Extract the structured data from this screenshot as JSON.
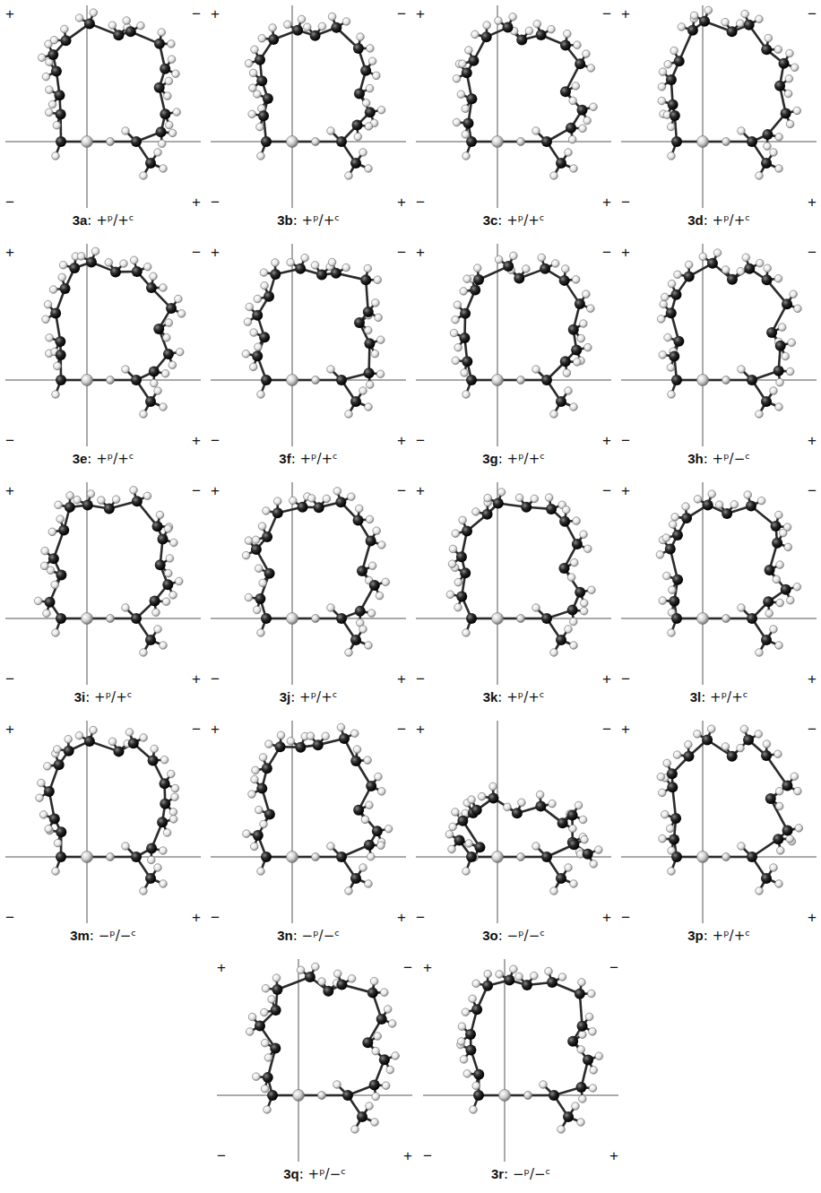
{
  "diagram": {
    "labels": [
      "+",
      "−",
      "−",
      "+",
      "3a",
      ": +ᵖ/+ᶜ",
      "+",
      "−",
      "−",
      "+",
      "3b",
      ": +ᵖ/+ᶜ",
      "+",
      "−",
      "−",
      "+",
      "3c",
      ": +ᵖ/+ᶜ",
      "+",
      "−",
      "−",
      "+",
      "3d",
      ": +ᵖ/+ᶜ",
      "+",
      "−",
      "−",
      "+",
      "3e",
      ": +ᵖ/+ᶜ",
      "+",
      "−",
      "−",
      "+",
      "3f",
      ": +ᵖ/+ᶜ",
      "+",
      "−",
      "−",
      "+",
      "3g",
      ": +ᵖ/+ᶜ",
      "+",
      "−",
      "−",
      "+",
      "3h",
      ": +ᵖ/−ᶜ",
      "+",
      "−",
      "−",
      "+",
      "3i",
      ": +ᵖ/+ᶜ",
      "+",
      "−",
      "−",
      "+",
      "3j",
      ": +ᵖ/+ᶜ",
      "+",
      "−",
      "−",
      "+",
      "3k",
      ": +ᵖ/+ᶜ",
      "+",
      "−",
      "−",
      "+",
      "3l",
      ": +ᵖ/+ᶜ",
      "+",
      "−",
      "−",
      "+",
      "3m",
      ": −ᵖ/−ᶜ",
      "+",
      "−",
      "−",
      "+",
      "3n",
      ": −ᵖ/−ᶜ",
      "+",
      "−",
      "−",
      "+",
      "3o",
      ": −ᵖ/−ᶜ",
      "+",
      "−",
      "−",
      "+",
      "3p",
      ": +ᵖ/+ᶜ",
      "+",
      "−",
      "−",
      "+",
      "3q",
      ": +ᵖ/−ᶜ",
      "+",
      "−",
      "−",
      "+",
      "3r",
      ": −ᵖ/−ᶜ"
    ]
  }
}
